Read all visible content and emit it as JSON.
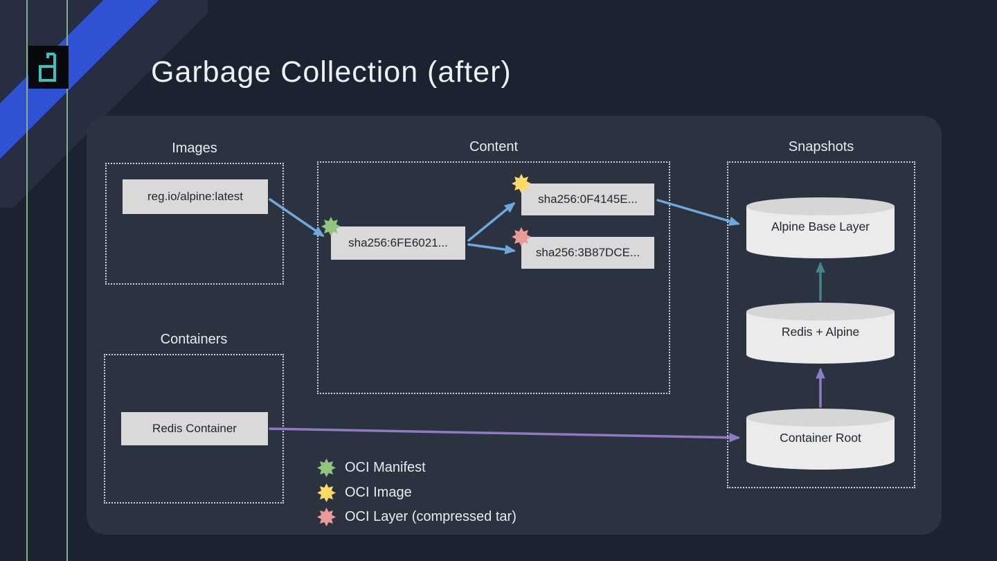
{
  "title": "Garbage Collection (after)",
  "colors": {
    "background": "#1c2330",
    "panel": "#2b3240",
    "stripe_blue": "#2f52d4",
    "strip_green": "#87b289",
    "logo_teal": "#3fc1b9",
    "node_bg": "#d9d9d9",
    "arrow_blue": "#6fa8dc",
    "arrow_purple": "#8e7cc3",
    "arrow_teal": "#45818e"
  },
  "diagram": {
    "regions": {
      "images": {
        "label": "Images"
      },
      "content": {
        "label": "Content"
      },
      "snapshots": {
        "label": "Snapshots"
      },
      "containers": {
        "label": "Containers"
      }
    },
    "nodes": {
      "image_ref": {
        "label": "reg.io/alpine:latest"
      },
      "manifest": {
        "label": "sha256:6FE6021..."
      },
      "oci_image": {
        "label": "sha256:0F4145E..."
      },
      "oci_layer": {
        "label": "sha256:3B87DCE..."
      },
      "redis_container": {
        "label": "Redis Container"
      },
      "alpine_base": {
        "label": "Alpine Base Layer"
      },
      "redis_alpine": {
        "label": "Redis + Alpine"
      },
      "container_root": {
        "label": "Container Root"
      }
    },
    "legend": [
      {
        "label": "OCI Manifest",
        "color": "#93c47d"
      },
      {
        "label": "OCI Image",
        "color": "#ffd966"
      },
      {
        "label": "OCI Layer (compressed tar)",
        "color": "#ea9999"
      }
    ]
  }
}
